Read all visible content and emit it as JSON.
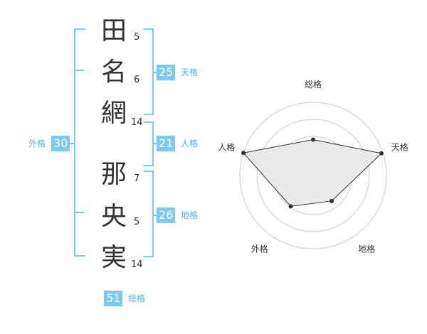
{
  "name_chars": [
    {
      "char": "田",
      "strokes": "5"
    },
    {
      "char": "名",
      "strokes": "6"
    },
    {
      "char": "網",
      "strokes": "14"
    },
    {
      "char": "那",
      "strokes": "7"
    },
    {
      "char": "央",
      "strokes": "5"
    },
    {
      "char": "実",
      "strokes": "14"
    }
  ],
  "scores": {
    "tenkaku": {
      "value": "25",
      "label": "天格"
    },
    "jinkaku": {
      "value": "21",
      "label": "人格"
    },
    "chikaku": {
      "value": "26",
      "label": "地格"
    },
    "gaikaku": {
      "value": "30",
      "label": "外格"
    },
    "soukaku": {
      "value": "51",
      "label": "総格"
    }
  },
  "radar": {
    "axes": [
      "総格",
      "天格",
      "地格",
      "外格",
      "人格"
    ],
    "levels": [
      0.49,
      0.98,
      0.43,
      0.52,
      1.0
    ],
    "ring_count": 4,
    "line_color": "#333333",
    "fill_color": "#e8e8e8",
    "ring_color": "#cccccc"
  },
  "colors": {
    "accent": "#7ccaf3",
    "accent_text": "#4fb2e8"
  }
}
